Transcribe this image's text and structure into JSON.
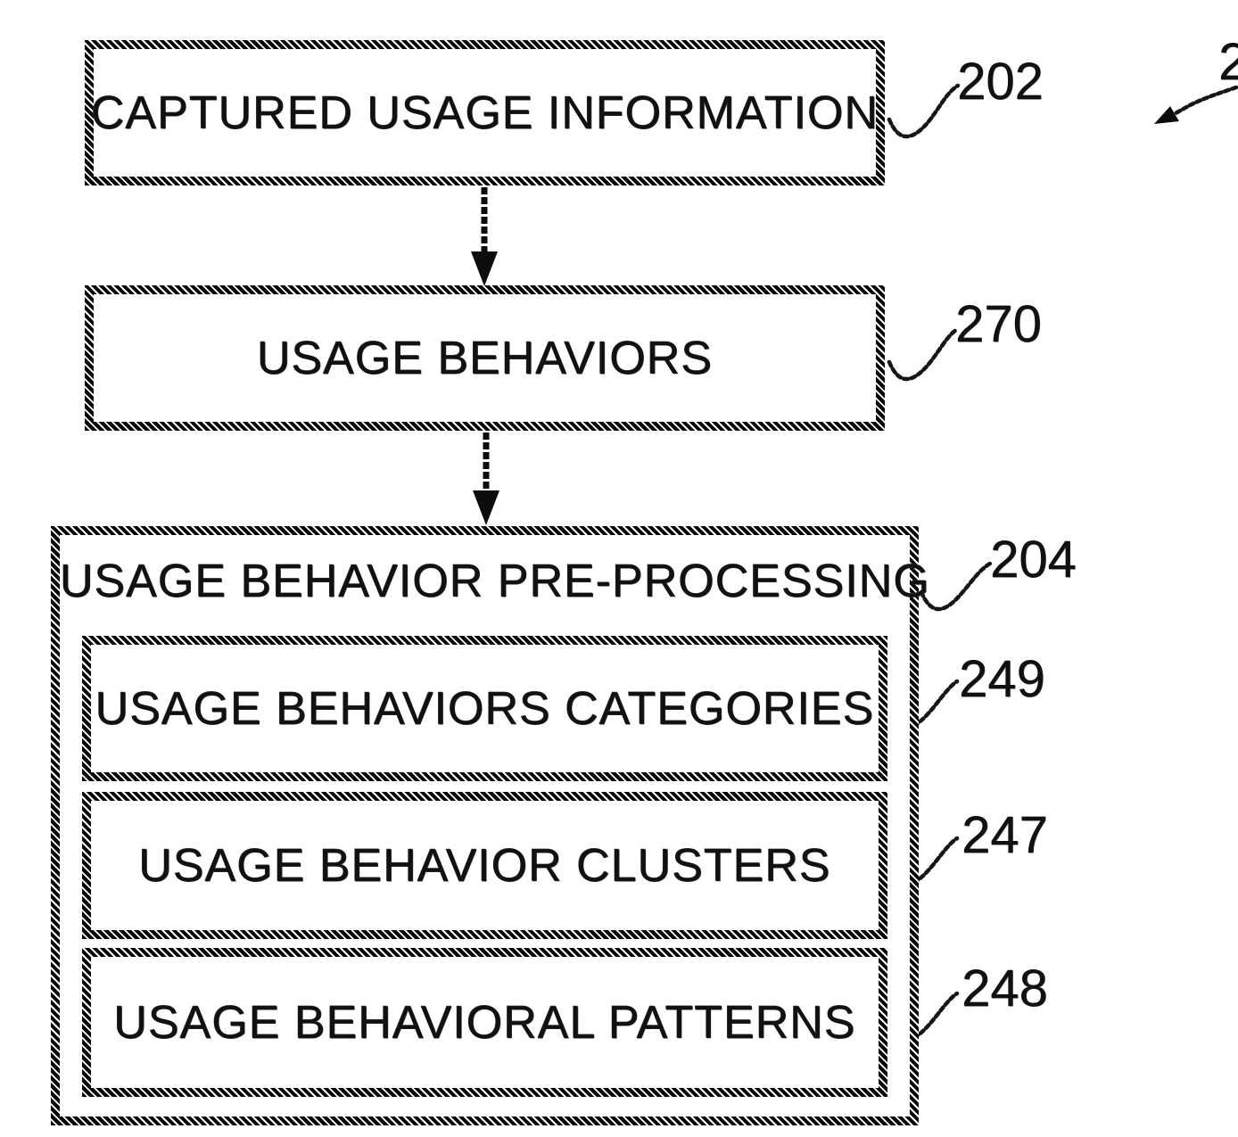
{
  "figure": {
    "partial_figure_ref": "2",
    "colors": {
      "ink": "#0d0d0d",
      "background": "#ffffff"
    },
    "nodes": [
      {
        "id": "captured-usage-information",
        "label": "CAPTURED USAGE INFORMATION",
        "ref": "202"
      },
      {
        "id": "usage-behaviors",
        "label": "USAGE BEHAVIORS",
        "ref": "270"
      },
      {
        "id": "usage-behavior-pre-processing",
        "label": "USAGE BEHAVIOR PRE-PROCESSING",
        "ref": "204",
        "children": [
          {
            "id": "usage-behaviors-categories",
            "label": "USAGE BEHAVIORS CATEGORIES",
            "ref": "249"
          },
          {
            "id": "usage-behavior-clusters",
            "label": "USAGE BEHAVIOR CLUSTERS",
            "ref": "247"
          },
          {
            "id": "usage-behavioral-patterns",
            "label": "USAGE BEHAVIORAL PATTERNS",
            "ref": "248"
          }
        ]
      }
    ],
    "connections": [
      {
        "from": "captured-usage-information",
        "to": "usage-behaviors",
        "type": "arrow-down"
      },
      {
        "from": "usage-behaviors",
        "to": "usage-behavior-pre-processing",
        "type": "arrow-down"
      }
    ]
  }
}
